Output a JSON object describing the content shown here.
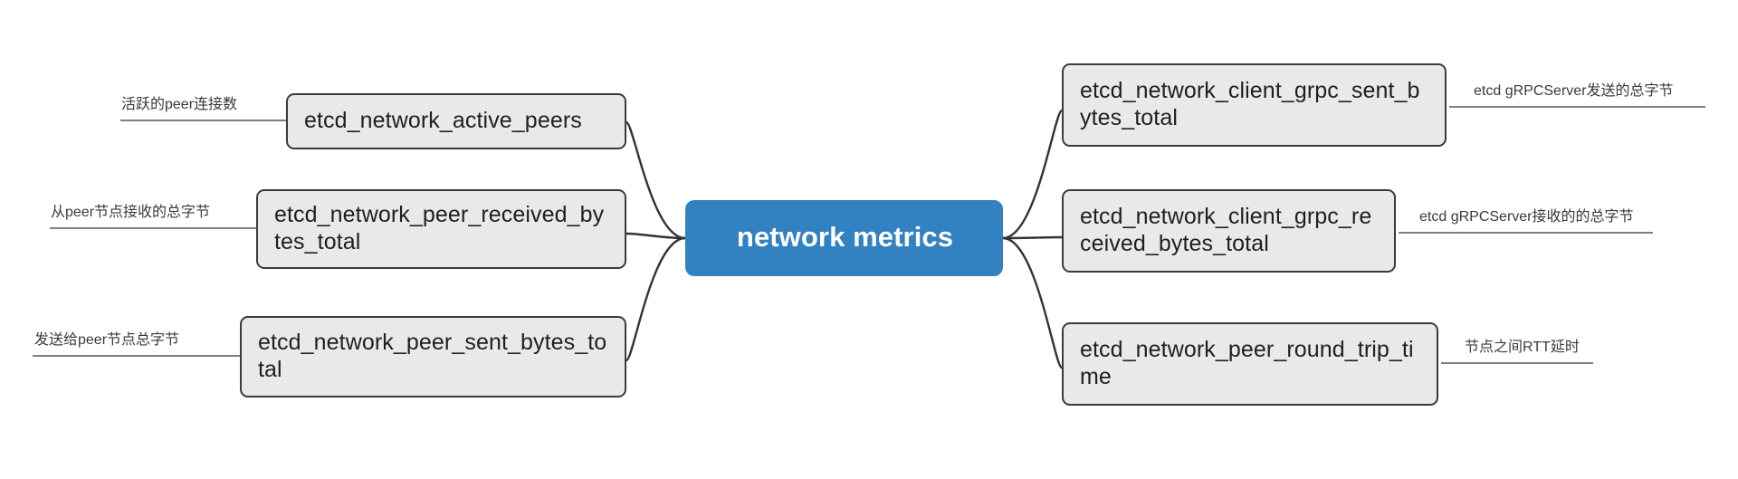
{
  "diagram": {
    "type": "mindmap",
    "title": "network metrics",
    "center": {
      "label": "network metrics",
      "color": "#3281c0",
      "text_color": "#ffffff"
    },
    "node_style": {
      "fill": "#e9e9e9",
      "border": "#3b3b3b",
      "text_color": "#1f1f1f"
    },
    "branches": {
      "left": [
        {
          "node": "etcd_network_active_peers",
          "annotation": "活跃的peer连接数"
        },
        {
          "node": "etcd_network_peer_received_bytes_total",
          "annotation": "从peer节点接收的总字节"
        },
        {
          "node": "etcd_network_peer_sent_bytes_total",
          "annotation": "发送给peer节点总字节"
        }
      ],
      "right": [
        {
          "node": "etcd_network_client_grpc_sent_bytes_total",
          "annotation": "etcd gRPCServer发送的总字节"
        },
        {
          "node": "etcd_network_client_grpc_received_bytes_total",
          "annotation": "etcd gRPCServer接收的的总字节"
        },
        {
          "node": "etcd_network_peer_round_trip_time",
          "annotation": "节点之间RTT延时"
        }
      ]
    }
  }
}
